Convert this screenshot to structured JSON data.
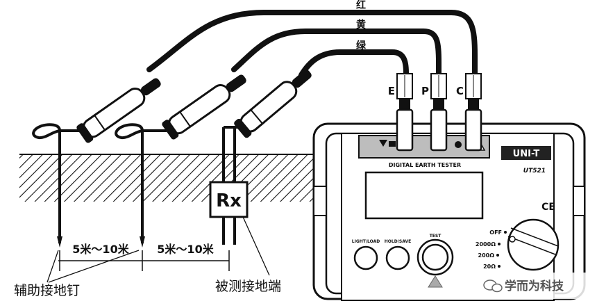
{
  "wires": {
    "red": "红",
    "yellow": "黄",
    "green": "绿"
  },
  "terminals": {
    "e": "E",
    "p": "P",
    "c": "C"
  },
  "ground": {
    "spacing_1": "5米～10米",
    "spacing_2": "5米～10米",
    "rx": "Rx"
  },
  "callouts": {
    "aux_pins": "辅助接地钉",
    "test_terminal": "被测接地端"
  },
  "device": {
    "brand": "UNI-T",
    "model": "UT521",
    "title": "DIGITAL EARTH TESTER",
    "ce": "CE",
    "btn_light": "LIGHT/LOAD",
    "btn_hold": "HOLD/SAVE",
    "btn_test": "TEST",
    "dial": {
      "off": "OFF",
      "r2000": "2000Ω",
      "r200": "200Ω",
      "r20": "20Ω"
    }
  },
  "watermark": "学而为科技"
}
